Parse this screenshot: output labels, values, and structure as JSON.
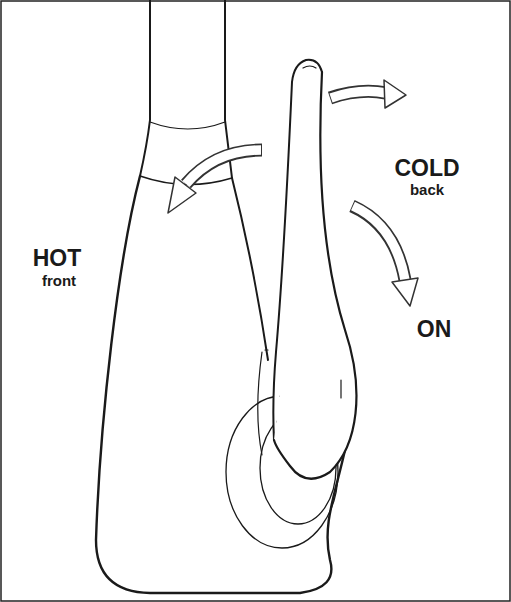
{
  "diagram": {
    "labels": [
      "COLD",
      "back",
      "HOT",
      "front",
      "ON"
    ]
  }
}
